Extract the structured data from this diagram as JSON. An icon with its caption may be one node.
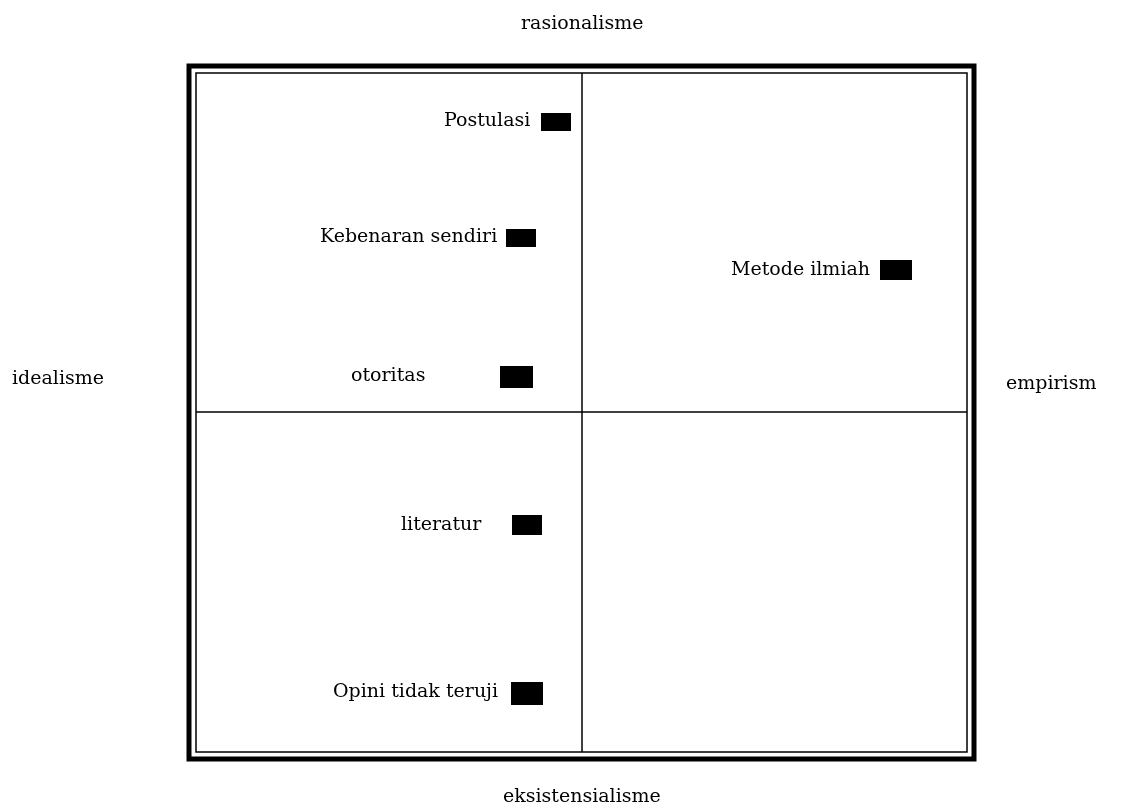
{
  "diagram": {
    "labels": [
      "rasionalisme",
      "Postulasi",
      "Kebenaran sendiri",
      "Metode ilmiah",
      "otoritas",
      "idealisme",
      "empirism",
      "literatur",
      "Opini tidak teruji",
      "eksistensialisme"
    ]
  }
}
